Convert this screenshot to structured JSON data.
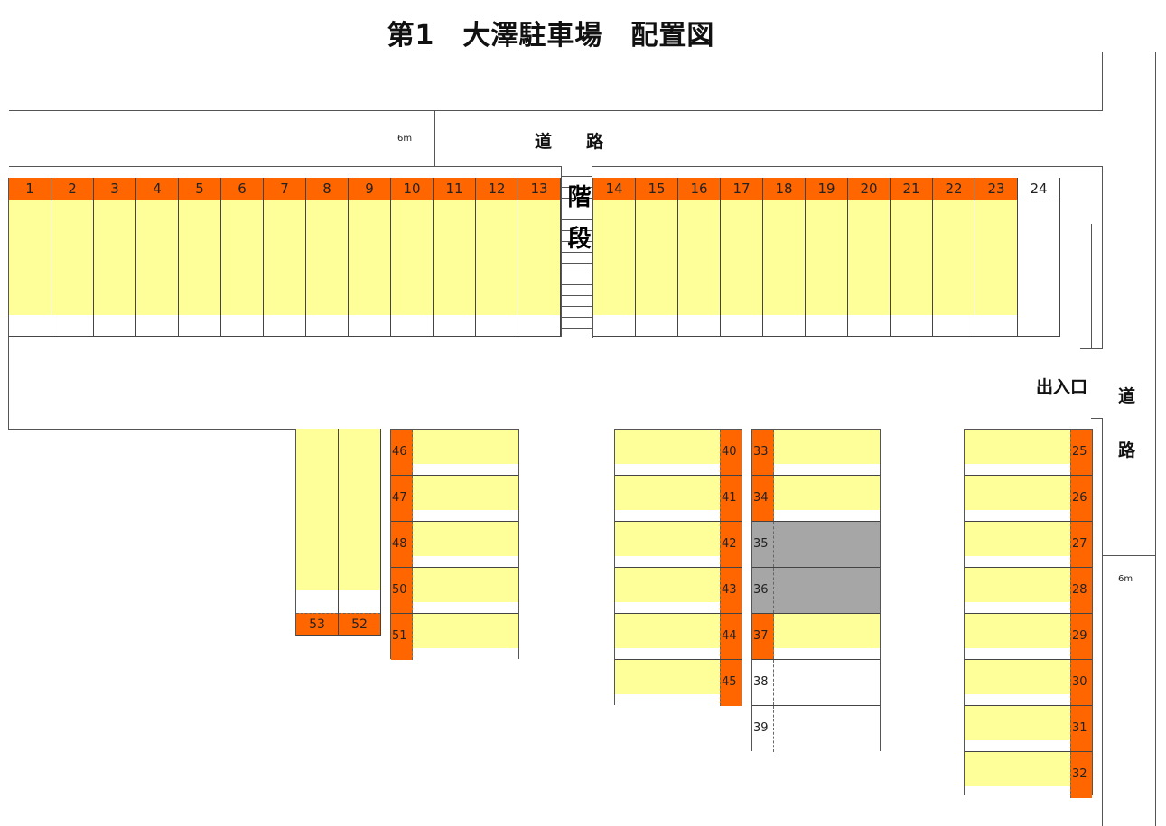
{
  "title": "第1　大澤駐車場　配置図",
  "roads": {
    "top_label": "道　　路",
    "top_width": "6m",
    "right_label_1": "道",
    "right_label_2": "路",
    "right_width": "6m"
  },
  "exit_label": "出入口",
  "stairs_label": "階段",
  "colors": {
    "occupied_header": "#ff6600",
    "space_fill": "#ffff99",
    "unavailable": "#a6a6a6",
    "vacant": "#ffffff"
  },
  "top_row": {
    "spaces": [
      {
        "num": "1",
        "status": "assigned"
      },
      {
        "num": "2",
        "status": "assigned"
      },
      {
        "num": "3",
        "status": "assigned"
      },
      {
        "num": "4",
        "status": "assigned"
      },
      {
        "num": "5",
        "status": "assigned"
      },
      {
        "num": "6",
        "status": "assigned"
      },
      {
        "num": "7",
        "status": "assigned"
      },
      {
        "num": "8",
        "status": "assigned"
      },
      {
        "num": "9",
        "status": "assigned"
      },
      {
        "num": "10",
        "status": "assigned"
      },
      {
        "num": "11",
        "status": "assigned"
      },
      {
        "num": "12",
        "status": "assigned"
      },
      {
        "num": "13",
        "status": "assigned"
      },
      {
        "num": "14",
        "status": "assigned"
      },
      {
        "num": "15",
        "status": "assigned"
      },
      {
        "num": "16",
        "status": "assigned"
      },
      {
        "num": "17",
        "status": "assigned"
      },
      {
        "num": "18",
        "status": "assigned"
      },
      {
        "num": "19",
        "status": "assigned"
      },
      {
        "num": "20",
        "status": "assigned"
      },
      {
        "num": "21",
        "status": "assigned"
      },
      {
        "num": "22",
        "status": "assigned"
      },
      {
        "num": "23",
        "status": "assigned"
      },
      {
        "num": "24",
        "status": "vacant"
      }
    ]
  },
  "block_52_53": {
    "spaces": [
      {
        "num": "53",
        "status": "assigned"
      },
      {
        "num": "52",
        "status": "assigned"
      }
    ]
  },
  "block_46_51": {
    "spaces": [
      {
        "num": "46",
        "status": "assigned"
      },
      {
        "num": "47",
        "status": "assigned"
      },
      {
        "num": "48",
        "status": "assigned"
      },
      {
        "num": "50",
        "status": "assigned"
      },
      {
        "num": "51",
        "status": "assigned"
      }
    ]
  },
  "block_40_45": {
    "spaces": [
      {
        "num": "40",
        "status": "assigned"
      },
      {
        "num": "41",
        "status": "assigned"
      },
      {
        "num": "42",
        "status": "assigned"
      },
      {
        "num": "43",
        "status": "assigned"
      },
      {
        "num": "44",
        "status": "assigned"
      },
      {
        "num": "45",
        "status": "assigned"
      }
    ]
  },
  "block_33_39": {
    "spaces": [
      {
        "num": "33",
        "status": "assigned"
      },
      {
        "num": "34",
        "status": "assigned"
      },
      {
        "num": "35",
        "status": "unavailable"
      },
      {
        "num": "36",
        "status": "unavailable"
      },
      {
        "num": "37",
        "status": "assigned"
      },
      {
        "num": "38",
        "status": "vacant"
      },
      {
        "num": "39",
        "status": "vacant"
      }
    ]
  },
  "block_25_32": {
    "spaces": [
      {
        "num": "25",
        "status": "assigned"
      },
      {
        "num": "26",
        "status": "assigned"
      },
      {
        "num": "27",
        "status": "assigned"
      },
      {
        "num": "28",
        "status": "assigned"
      },
      {
        "num": "29",
        "status": "assigned"
      },
      {
        "num": "30",
        "status": "assigned"
      },
      {
        "num": "31",
        "status": "assigned"
      },
      {
        "num": "32",
        "status": "assigned"
      }
    ]
  }
}
